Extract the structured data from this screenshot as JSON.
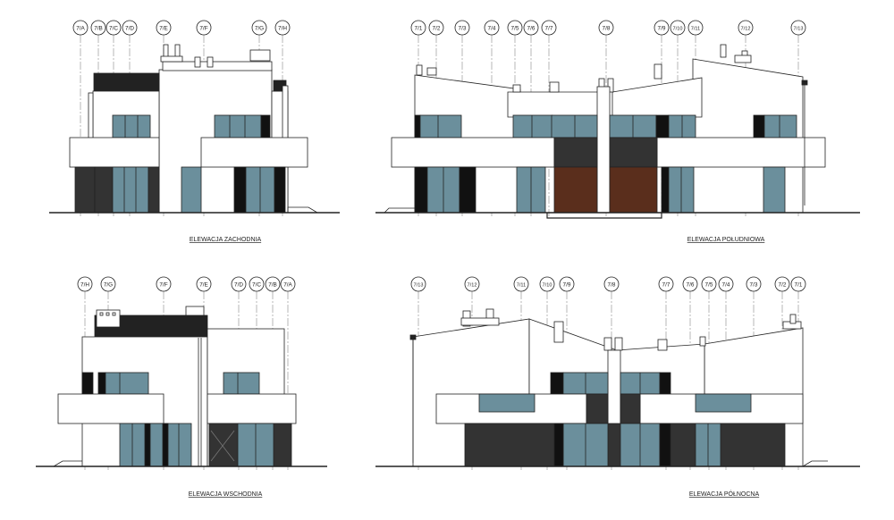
{
  "colors": {
    "glass": "#6b8f9c",
    "dark": "#333333",
    "black": "#111111",
    "wood": "#5a2e1c",
    "line": "#222222",
    "axis": "#888888"
  },
  "panels": [
    {
      "title": "ELEWACJA ZACHODNIA",
      "axes": [
        "7/A",
        "7/B",
        "7/C",
        "7/D",
        "7/E",
        "7/F",
        "7/G",
        "7/H"
      ]
    },
    {
      "title": "ELEWACJA POŁUDNIOWA",
      "axes": [
        "7/1",
        "7/2",
        "7/3",
        "7/4",
        "7/5",
        "7/6",
        "7/7",
        "7/8",
        "7/9",
        "7/10",
        "7/11",
        "7/12",
        "7/13"
      ]
    },
    {
      "title": "ELEWACJA WSCHODNIA",
      "axes": [
        "7/H",
        "7/G",
        "7/F",
        "7/E",
        "7/D",
        "7/C",
        "7/B",
        "7/A"
      ]
    },
    {
      "title": "ELEWACJA PÓŁNOCNA",
      "axes": [
        "7/13",
        "7/12",
        "7/11",
        "7/10",
        "7/9",
        "7/8",
        "7/7",
        "7/6",
        "7/5",
        "7/4",
        "7/3",
        "7/2",
        "7/1"
      ]
    }
  ]
}
